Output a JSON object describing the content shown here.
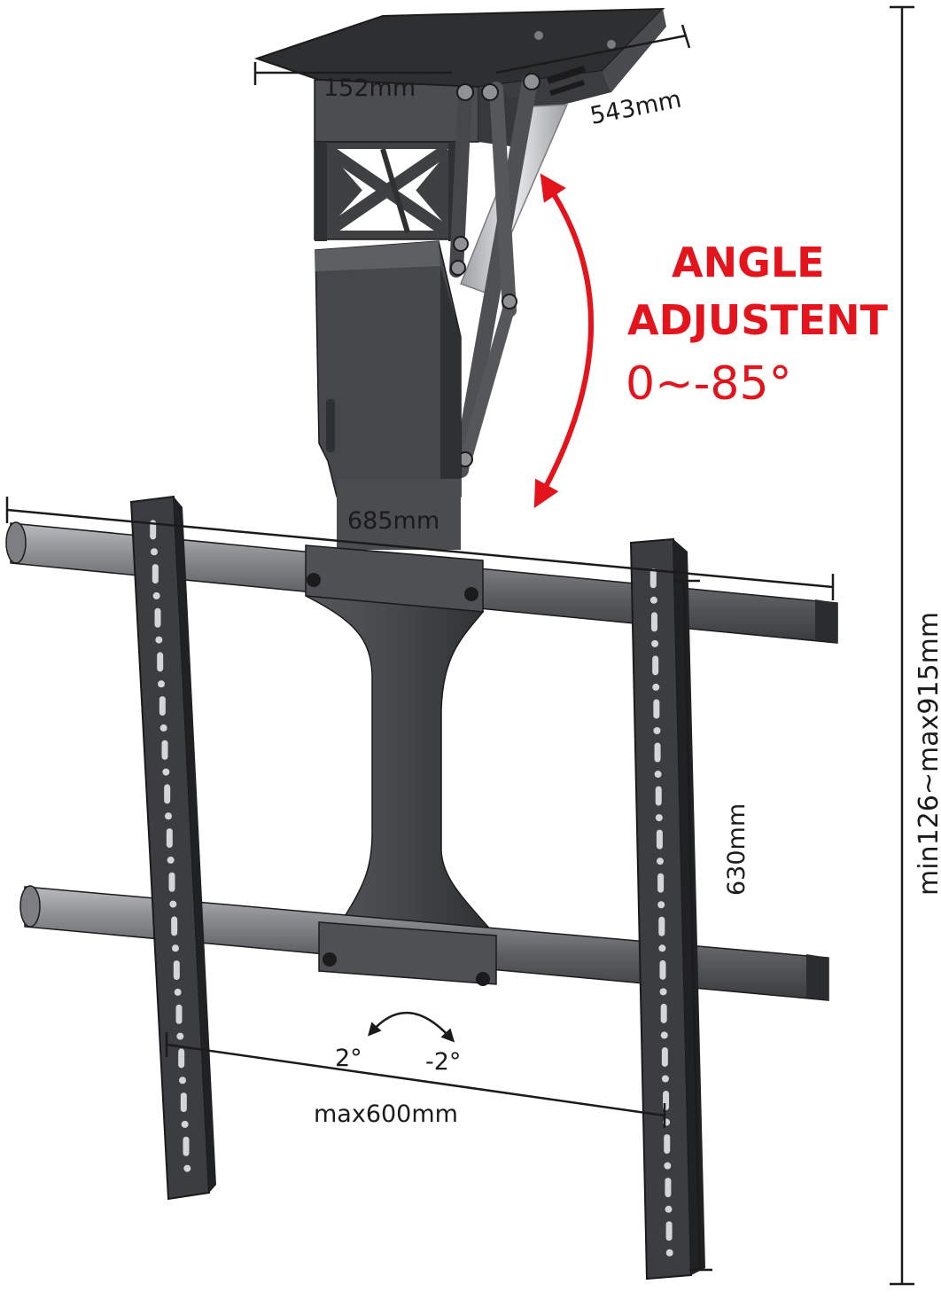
{
  "dimensions": {
    "top_width": "152mm",
    "top_depth": "543mm",
    "rail_width": "685mm",
    "plate_height": "630mm",
    "vesa_max": "max600mm",
    "drop_range": "min126~max915mm"
  },
  "angle_adjust": {
    "line1": "ANGLE",
    "line2": "ADJUSTENT",
    "range": "0~-85°"
  },
  "swivel": {
    "left": "2°",
    "right": "-2°"
  },
  "colors": {
    "accent_red": "#e3141b",
    "metal_dark": "#3f4042",
    "metal_mid": "#626467",
    "metal_light": "#9a9c9f",
    "line": "#1b1b1b"
  }
}
